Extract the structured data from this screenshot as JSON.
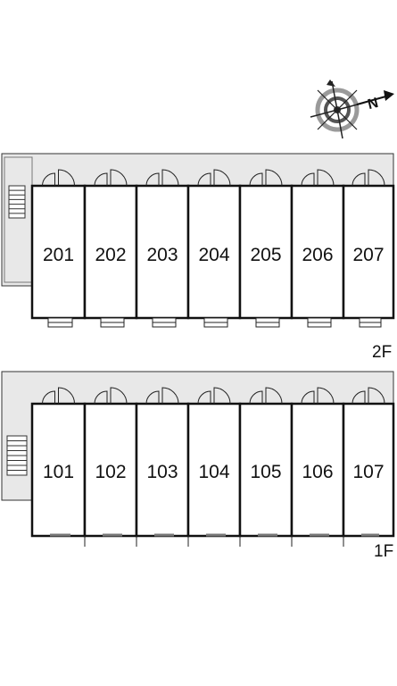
{
  "compass": {
    "label": "N",
    "icon": "compass-icon"
  },
  "floors": [
    {
      "label": "2F",
      "units": [
        "201",
        "202",
        "203",
        "204",
        "205",
        "206",
        "207"
      ]
    },
    {
      "label": "1F",
      "units": [
        "101",
        "102",
        "103",
        "104",
        "105",
        "106",
        "107"
      ]
    }
  ],
  "colors": {
    "corridor": "#e8e8e8",
    "wall": "#111111",
    "compass_ring": "#888888"
  }
}
